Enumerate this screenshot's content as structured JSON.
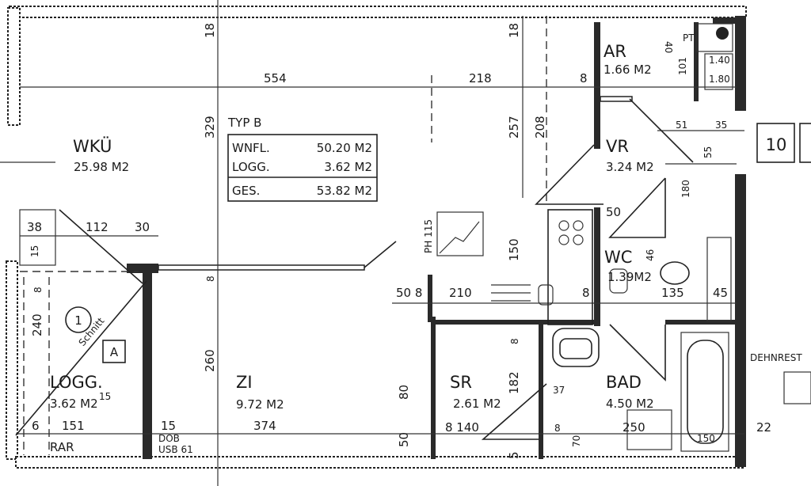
{
  "plan": {
    "type_label": "TYP   B",
    "summary": [
      {
        "label": "WNFL.",
        "value": "50.20 M2"
      },
      {
        "label": "LOGG.",
        "value": "3.62 M2"
      },
      {
        "label": "GES.",
        "value": "53.82 M2"
      }
    ],
    "rooms": {
      "wku": {
        "name": "WKÜ",
        "area": "25.98 M2"
      },
      "zi": {
        "name": "ZI",
        "area": "9.72 M2"
      },
      "logg": {
        "name": "LOGG.",
        "area": "3.62 M2"
      },
      "sr": {
        "name": "SR",
        "area": "2.61 M2"
      },
      "bad": {
        "name": "BAD",
        "area": "4.50 M2"
      },
      "vr": {
        "name": "VR",
        "area": "3.24 M2"
      },
      "ar": {
        "name": "AR",
        "area": "1.66 M2"
      },
      "wc": {
        "name": "WC",
        "area": "1.39M2"
      },
      "rar": {
        "name": "RAR"
      }
    },
    "markers": {
      "section_number": "1",
      "section_label": "Schnitt",
      "detail_box": "A",
      "unit_number": "10",
      "ph_label": "PH 115",
      "pt_label": "PT",
      "dehn_label": "DEHNREST",
      "usb_label": "USB 61",
      "dob_label": "DOB"
    },
    "dimensions": {
      "d554": "554",
      "d218": "218",
      "d18a": "18",
      "d18b": "18",
      "d329": "329",
      "d257": "257",
      "d208": "208",
      "d8a": "8",
      "d40": "40",
      "d101": "101",
      "d140a": "1.40",
      "d180a": "1.80",
      "d51": "51",
      "d35": "35",
      "d55": "55",
      "d180b": "180",
      "d50a": "50",
      "d150": "150",
      "d46": "46",
      "d38": "38",
      "d112": "112",
      "d30": "30",
      "d15a": "15",
      "d8b": "8",
      "d240": "240",
      "d260": "260",
      "d508": "50 8",
      "d210": "210",
      "d8c": "8",
      "d135": "135",
      "d45": "45",
      "d8d": "8",
      "d182": "182",
      "d80": "80",
      "d50b": "50",
      "d8140": "8 140",
      "d37": "37",
      "d8e": "8",
      "d70": "70",
      "d250": "250",
      "d150b": "150",
      "d22": "22",
      "d15b": "15",
      "d151": "151",
      "d8f": "8",
      "d15c": "15",
      "d374": "374",
      "d5": "5",
      "d6": "6"
    }
  }
}
